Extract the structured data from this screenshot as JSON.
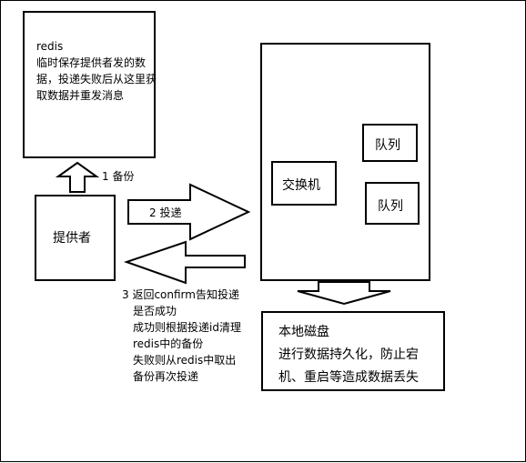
{
  "redis_box": {
    "title": "redis",
    "lines": [
      "临时保存提供者发的数",
      "据，投递失败后从这里获",
      "取数据并重发消息"
    ]
  },
  "provider": {
    "label": "提供者"
  },
  "broker": {
    "exchange_label": "交换机",
    "queues": [
      "队列",
      "队列"
    ]
  },
  "disk": {
    "lines": [
      "本地磁盘",
      "进行数据持久化，防止宕",
      "机、重启等造成数据丢失"
    ]
  },
  "steps": {
    "backup": "1 备份",
    "deliver": "2  投递",
    "confirm_lines": [
      "3  返回confirm告知投递",
      "是否成功",
      "成功则根据投递id清理",
      "redis中的备份",
      "失败则从redis中取出",
      "备份再次投递"
    ]
  },
  "colors": {
    "stroke": "#000000",
    "background": "#ffffff"
  }
}
